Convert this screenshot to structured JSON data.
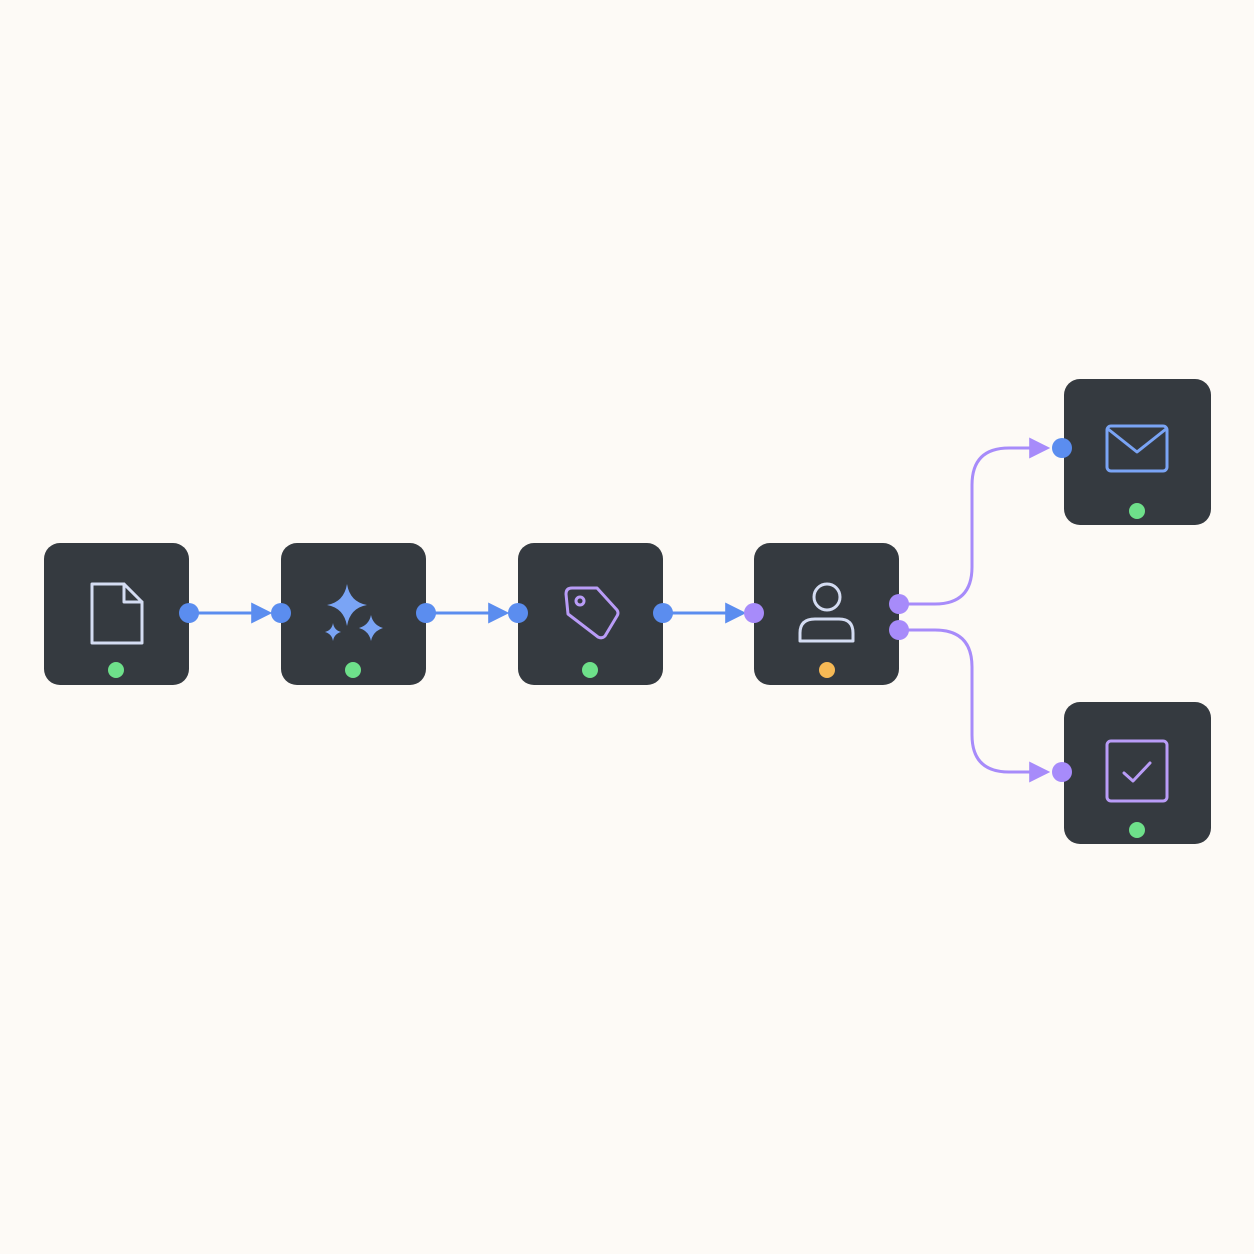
{
  "colors": {
    "background": "#fdfaf6",
    "node": "#353a40",
    "connector_blue": "#5b8def",
    "connector_purple": "#a78bfa",
    "status_ok": "#6ee08a",
    "status_pending": "#f7b955",
    "icon_light": "#d4dcf2",
    "icon_blue": "#7aa4f5",
    "icon_purple": "#b99cf7"
  },
  "nodes": [
    {
      "id": "document",
      "icon": "document-icon",
      "status": "ok"
    },
    {
      "id": "ai-process",
      "icon": "sparkles-icon",
      "status": "ok"
    },
    {
      "id": "tagging",
      "icon": "tag-icon",
      "status": "ok"
    },
    {
      "id": "review",
      "icon": "user-icon",
      "status": "pending"
    },
    {
      "id": "email",
      "icon": "mail-icon",
      "status": "ok"
    },
    {
      "id": "approve",
      "icon": "checkbox-icon",
      "status": "ok"
    }
  ],
  "edges": [
    {
      "from": "document",
      "to": "ai-process",
      "color": "blue"
    },
    {
      "from": "ai-process",
      "to": "tagging",
      "color": "blue"
    },
    {
      "from": "tagging",
      "to": "review",
      "color": "blue"
    },
    {
      "from": "review",
      "to": "email",
      "color": "purple"
    },
    {
      "from": "review",
      "to": "approve",
      "color": "purple"
    }
  ]
}
